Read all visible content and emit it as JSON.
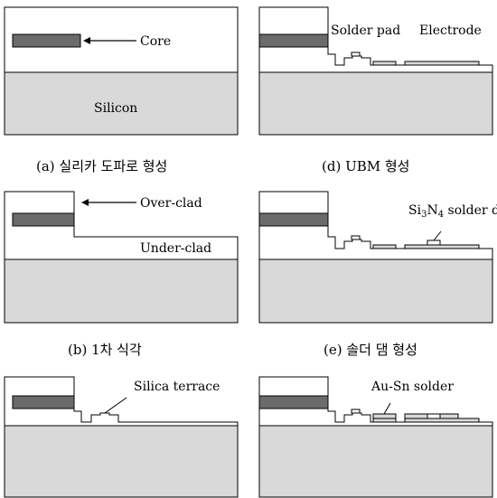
{
  "colors": {
    "silicon": "#d9d9d9",
    "core": "#6b6b6b",
    "clad": "#ffffff",
    "stroke": "#000000"
  },
  "panels": {
    "a": {
      "caption": "(a) 실리카 도파로 형성",
      "labels": {
        "core": "Core",
        "silicon": "Silicon"
      }
    },
    "b": {
      "caption": "(b) 1차 식각",
      "labels": {
        "over_clad": "Over-clad",
        "under_clad": "Under-clad"
      }
    },
    "c": {
      "caption": "",
      "labels": {
        "silica_terrace": "Silica terrace"
      }
    },
    "d": {
      "caption": "(d) UBM 형성",
      "labels": {
        "solder_pad": "Solder pad",
        "electrode": "Electrode"
      }
    },
    "e": {
      "caption": "(e) 솔더 댐 형성",
      "labels": {
        "si_prefix": "Si",
        "si_sub": "3",
        "n_prefix": "N",
        "n_sub": "4",
        "dam_rest": " solder dam"
      }
    },
    "f": {
      "caption": "",
      "labels": {
        "au_sn_solder": "Au-Sn solder"
      }
    }
  }
}
